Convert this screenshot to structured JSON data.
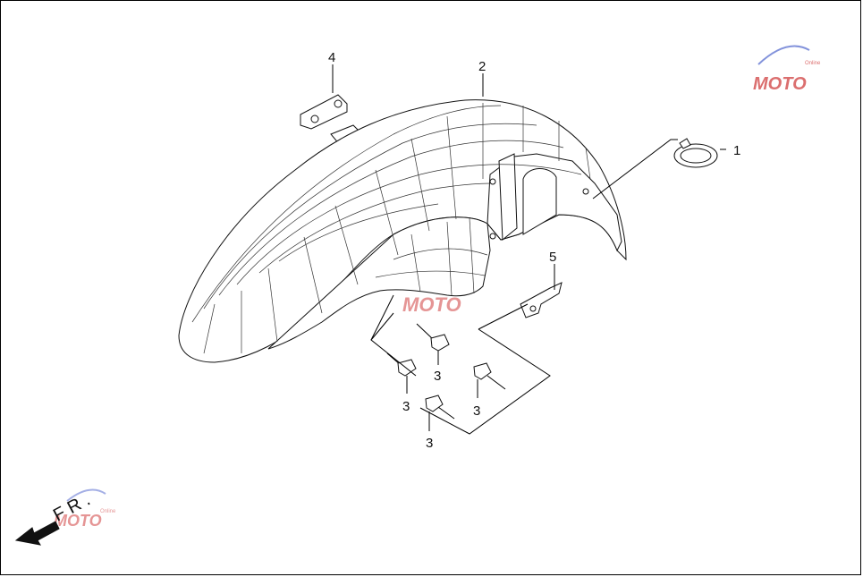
{
  "callouts": {
    "c1": "1",
    "c2": "2",
    "c3a": "3",
    "c3b": "3",
    "c3c": "3",
    "c3d": "3",
    "c4": "4",
    "c5": "5"
  },
  "direction": {
    "label": "F R ."
  },
  "watermark": {
    "text": "MOTO",
    "subtext": "Online"
  },
  "colors": {
    "line": "#000000",
    "background": "#ffffff",
    "watermark_red": "#d04040",
    "watermark_blue": "#5a6fd0"
  }
}
